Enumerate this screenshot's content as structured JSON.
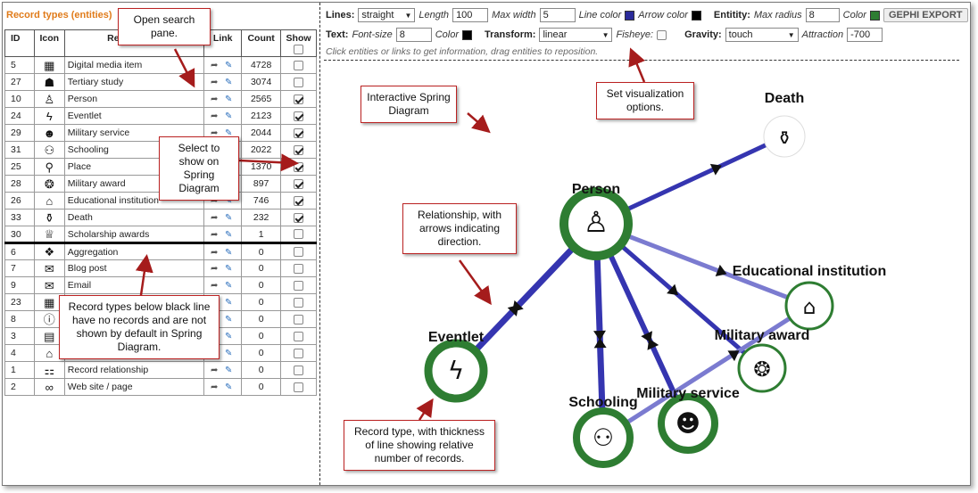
{
  "left": {
    "title": "Record types (entities)",
    "headers": {
      "id": "ID",
      "icon": "Icon",
      "name": "Record type",
      "link": "Link",
      "count": "Count",
      "show": "Show"
    },
    "rows": [
      {
        "id": "5",
        "icon": "media-icon",
        "glyph": "▦",
        "name": "Digital media item",
        "count": "4728",
        "show": false
      },
      {
        "id": "27",
        "icon": "graduate-icon",
        "glyph": "☗",
        "name": "Tertiary study",
        "count": "3074",
        "show": false
      },
      {
        "id": "10",
        "icon": "person-icon",
        "glyph": "♙",
        "name": "Person",
        "count": "2565",
        "show": true
      },
      {
        "id": "24",
        "icon": "lightning-icon",
        "glyph": "ϟ",
        "name": "Eventlet",
        "count": "2123",
        "show": true
      },
      {
        "id": "29",
        "icon": "soldier-icon",
        "glyph": "☻",
        "name": "Military service",
        "count": "2044",
        "show": true
      },
      {
        "id": "31",
        "icon": "group-icon",
        "glyph": "⚇",
        "name": "Schooling",
        "count": "2022",
        "show": true
      },
      {
        "id": "25",
        "icon": "map-pin-icon",
        "glyph": "⚲",
        "name": "Place",
        "count": "1370",
        "show": true
      },
      {
        "id": "28",
        "icon": "medal-icon",
        "glyph": "❂",
        "name": "Military award",
        "count": "897",
        "show": true
      },
      {
        "id": "26",
        "icon": "mortarboard-icon",
        "glyph": "⌂",
        "name": "Educational institution",
        "count": "746",
        "show": true
      },
      {
        "id": "33",
        "icon": "death-icon",
        "glyph": "⚱",
        "name": "Death",
        "count": "232",
        "show": true
      },
      {
        "id": "30",
        "icon": "trophy-icon",
        "glyph": "♕",
        "name": "Scholarship awards",
        "count": "1",
        "show": false
      },
      {
        "id": "6",
        "icon": "cubes-icon",
        "glyph": "❖",
        "name": "Aggregation",
        "count": "0",
        "show": false
      },
      {
        "id": "7",
        "icon": "chat-icon",
        "glyph": "✉",
        "name": "Blog post",
        "count": "0",
        "show": false
      },
      {
        "id": "9",
        "icon": "envelope-icon",
        "glyph": "✉",
        "name": "Email",
        "count": "0",
        "show": false
      },
      {
        "id": "23",
        "icon": "calendar-icon",
        "glyph": "▦",
        "name": "",
        "count": "0",
        "show": false
      },
      {
        "id": "8",
        "icon": "info-icon",
        "glyph": "ⓘ",
        "name": "",
        "count": "0",
        "show": false
      },
      {
        "id": "3",
        "icon": "clipboard-icon",
        "glyph": "▤",
        "name": "",
        "count": "0",
        "show": false
      },
      {
        "id": "4",
        "icon": "building-icon",
        "glyph": "⌂",
        "name": "",
        "count": "0",
        "show": false
      },
      {
        "id": "1",
        "icon": "hierarchy-icon",
        "glyph": "⚏",
        "name": "Record relationship",
        "count": "0",
        "show": false
      },
      {
        "id": "2",
        "icon": "chain-link-icon",
        "glyph": "∞",
        "name": "Web site / page",
        "count": "0",
        "show": false
      }
    ]
  },
  "toolbar": {
    "lines_label": "Lines:",
    "lines_value": "straight",
    "length_label": "Length",
    "length_value": "100",
    "max_width_label": "Max width",
    "max_width_value": "5",
    "line_color_label": "Line color",
    "line_color": "#2b2b9a",
    "arrow_color_label": "Arrow color",
    "arrow_color": "#000000",
    "entity_label": "Entitity:",
    "max_radius_label": "Max radius",
    "max_radius_value": "8",
    "color_label": "Color",
    "entity_color": "#2e7d32",
    "gephi_label": "GEPHI EXPORT",
    "text_label": "Text:",
    "font_size_label": "Font-size",
    "font_size_value": "8",
    "text_color_label": "Color",
    "text_color": "#000000",
    "transform_label": "Transform:",
    "transform_value": "linear",
    "fisheye_label": "Fisheye:",
    "gravity_label": "Gravity:",
    "gravity_value": "touch",
    "attraction_label": "Attraction",
    "attraction_value": "-700",
    "hint": "Click entities or links to get information, drag entities to reposition."
  },
  "graph": {
    "node_ring_color": "#2e7d32",
    "edge_color": "#3535b0",
    "edge_light_color": "#7b7bd0",
    "nodes": {
      "death": {
        "label": "Death",
        "icon": "death-icon",
        "glyph": "⚱"
      },
      "person": {
        "label": "Person",
        "icon": "person-icon",
        "glyph": "♙"
      },
      "educational": {
        "label": "Educational institution",
        "icon": "mortarboard-icon",
        "glyph": "⌂"
      },
      "award": {
        "label": "Military award",
        "icon": "medal-icon",
        "glyph": "❂"
      },
      "service": {
        "label": "Military service",
        "icon": "soldier-icon",
        "glyph": "☻"
      },
      "schooling": {
        "label": "Schooling",
        "icon": "group-icon",
        "glyph": "⚇"
      },
      "eventlet": {
        "label": "Eventlet",
        "icon": "lightning-icon",
        "glyph": "ϟ"
      }
    }
  },
  "callouts": {
    "search": "Open search pane.",
    "select": "Select to show on Spring Diagram",
    "below_line": "Record types below black line have no records and are not shown by default in Spring Diagram.",
    "interactive": "Interactive Spring Diagram",
    "options": "Set visualization options.",
    "relationship": "Relationship, with arrows indicating direction.",
    "record_type": "Record type, with thickness of line showing relative number of records."
  }
}
